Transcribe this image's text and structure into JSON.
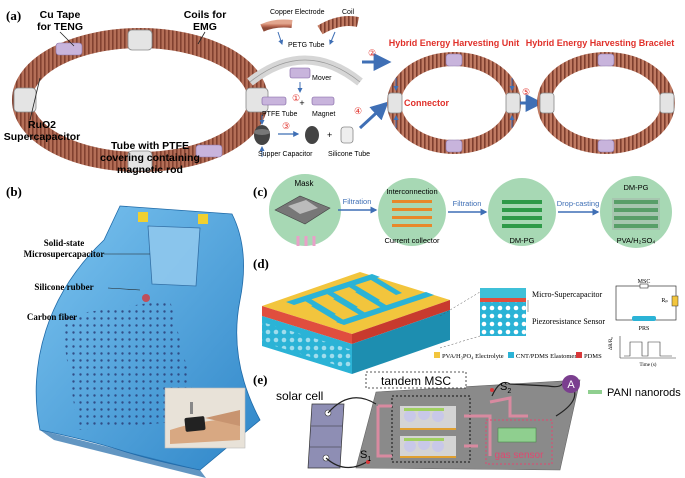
{
  "panel_a": {
    "label": "(a)",
    "cu_tape": [
      "Cu Tape",
      "for TENG"
    ],
    "coils_emg": [
      "Coils for",
      "EMG"
    ],
    "ruo2": [
      "RuO2",
      "Supercapacitor"
    ],
    "tube_ptfe": [
      "Tube with PTFE",
      "covering containing",
      "magnetic rod"
    ],
    "copper_electrode": "Copper Electrode",
    "coil": "Coil",
    "petg_tube": "PETG Tube",
    "mover": "Mover",
    "ptfe_tube": "PTFE Tube",
    "magnet": "Magnet",
    "supper_capacitor": "Supper Capacitor",
    "silicone_tube": "Silicone Tube",
    "step1": "①",
    "step2": "②",
    "step3": "③",
    "step4": "④",
    "step5": "⑤",
    "unit_title": "Hybrid Energy Harvesting Unit",
    "connector": "Connector",
    "bracelet_title": "Hybrid Energy Harvesting Bracelet"
  },
  "panel_b": {
    "label": "(b)",
    "solid_state": [
      "Solid-state",
      "Microsupercapacitor"
    ],
    "silicone_rubber": "Silicone rubber",
    "carbon_fiber": "Carbon fiber"
  },
  "panel_c": {
    "label": "(c)",
    "mask": "Mask",
    "filtration_1": "Filtration",
    "interconnection": "Interconnection",
    "current_collector": "Current collector",
    "filtration_2": "Filtration",
    "dm_pg_1": "DM-PG",
    "drop_casting": "Drop-casting",
    "dm_pg_2": "DM-PG",
    "pva": "PVA/H₂SO₄"
  },
  "panel_d": {
    "label": "(d)",
    "micro_sc": "Micro-Supercapacitor",
    "piezo": "Piezoresistance Sensor",
    "msc": "MSC",
    "rp": "Rₚ",
    "prs": "PRS",
    "axis_y": "ΔR/R₀",
    "axis_x": "Time (s)",
    "legend": [
      {
        "label": "PVA/H₃PO₄ Electrolyte",
        "color": "#f2c53d"
      },
      {
        "label": "CNT/PDMS Elastomer",
        "color": "#2bb3d6"
      },
      {
        "label": "PDMS",
        "color": "#d8383a"
      }
    ]
  },
  "panel_e": {
    "label": "(e)",
    "solar_cell": "solar cell",
    "tandem_msc": "tandem MSC",
    "s1": "S",
    "s1_sub": "1",
    "s2": "S",
    "s2_sub": "2",
    "ammeter": "A",
    "pani": "PANI nanorods",
    "gas_sensor": "gas sensor"
  },
  "colors": {
    "red_title": "#e0302a",
    "arrow_blue": "#3f6fb5",
    "tube_copper": "#c8836a",
    "tube_grey": "#d8d8d8",
    "skin_blue": "#4aa7e6",
    "circle_green": "#a7d8b4",
    "electrode_green": "#2e9a48",
    "electrode_orange": "#e8882a",
    "pani_green": "#8fcf8f",
    "gas_pink": "#e04870",
    "ammeter_purple": "#7b3f8f"
  }
}
